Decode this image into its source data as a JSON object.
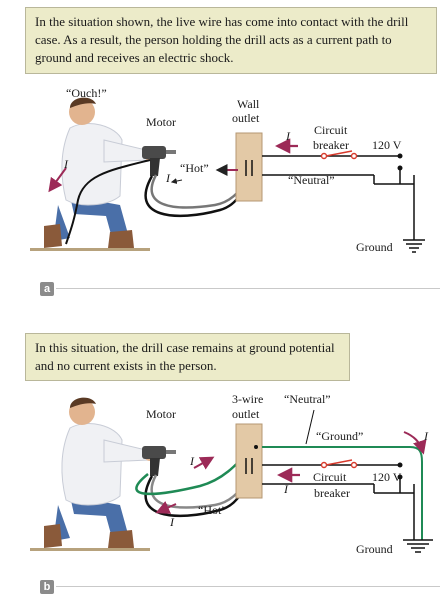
{
  "panel_a": {
    "caption": "In the situation shown, the live wire has come into contact with the drill case. As a result, the person holding the drill acts as a current path to ground and receives an electric shock.",
    "exclamation": "“Ouch!”",
    "motor": "Motor",
    "wall_outlet_line1": "Wall",
    "wall_outlet_line2": "outlet",
    "current_I": "I",
    "circuit_breaker_line1": "Circuit",
    "circuit_breaker_line2": "breaker",
    "voltage": "120 V",
    "hot": "“Hot”",
    "neutral": "“Neutral”",
    "ground": "Ground",
    "tag": "a"
  },
  "panel_b": {
    "caption": "In this situation, the drill case remains at ground potential and no current exists in the person.",
    "motor": "Motor",
    "three_wire_line1": "3-wire",
    "three_wire_line2": "outlet",
    "neutral": "“Neutral”",
    "ground_wire": "“Ground”",
    "current_I": "I",
    "circuit_breaker_line1": "Circuit",
    "circuit_breaker_line2": "breaker",
    "voltage": "120 V",
    "hot": "“Hot”",
    "ground": "Ground",
    "tag": "b"
  },
  "colors": {
    "caption_bg": "#ecebc9",
    "outlet": "#e3c9a6",
    "current_arrow": "#9c2a57",
    "breaker": "#d73a2c",
    "ground_wire": "#1f8a55",
    "shirt": "#f0f1f4",
    "jeans": "#4a6fa8",
    "skin": "#e2b48f",
    "hair": "#5a3a24",
    "drill": "#4a4a4a"
  }
}
